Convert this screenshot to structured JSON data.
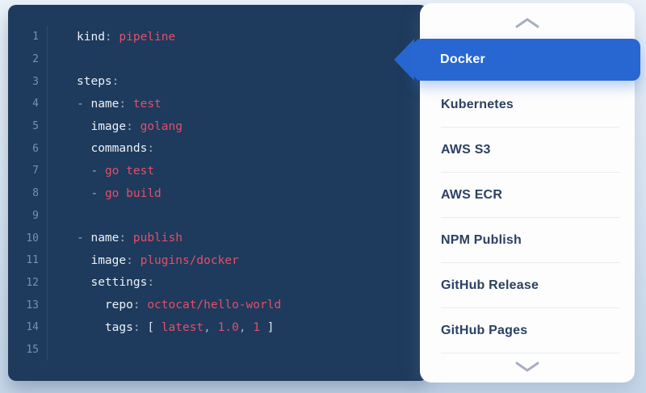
{
  "colors": {
    "editor_bg": "#1e3a5c",
    "key_text": "#edf2f8",
    "value_text": "#e2506a",
    "line_number": "#7e90a8",
    "accent_blue": "#2867d2",
    "card_bg": "#fdfdfe",
    "item_text": "#2b4160",
    "divider": "#e9ebf0",
    "chevron": "#a6b0bf"
  },
  "editor": {
    "lines": [
      {
        "num": "1",
        "tokens": [
          [
            "key",
            "kind"
          ],
          [
            "punc",
            ":"
          ],
          [
            "plain",
            " "
          ],
          [
            "val",
            "pipeline"
          ]
        ]
      },
      {
        "num": "2",
        "tokens": []
      },
      {
        "num": "3",
        "tokens": [
          [
            "key",
            "steps"
          ],
          [
            "punc",
            ":"
          ]
        ]
      },
      {
        "num": "4",
        "tokens": [
          [
            "punc",
            "- "
          ],
          [
            "key",
            "name"
          ],
          [
            "punc",
            ":"
          ],
          [
            "plain",
            " "
          ],
          [
            "val",
            "test"
          ]
        ]
      },
      {
        "num": "5",
        "tokens": [
          [
            "plain",
            "  "
          ],
          [
            "key",
            "image"
          ],
          [
            "punc",
            ":"
          ],
          [
            "plain",
            " "
          ],
          [
            "val",
            "golang"
          ]
        ]
      },
      {
        "num": "6",
        "tokens": [
          [
            "plain",
            "  "
          ],
          [
            "key",
            "commands"
          ],
          [
            "punc",
            ":"
          ]
        ]
      },
      {
        "num": "7",
        "tokens": [
          [
            "plain",
            "  "
          ],
          [
            "punc",
            "- "
          ],
          [
            "val",
            "go test"
          ]
        ]
      },
      {
        "num": "8",
        "tokens": [
          [
            "plain",
            "  "
          ],
          [
            "punc",
            "- "
          ],
          [
            "val",
            "go build"
          ]
        ]
      },
      {
        "num": "9",
        "tokens": []
      },
      {
        "num": "10",
        "tokens": [
          [
            "punc",
            "- "
          ],
          [
            "key",
            "name"
          ],
          [
            "punc",
            ":"
          ],
          [
            "plain",
            " "
          ],
          [
            "val",
            "publish"
          ]
        ]
      },
      {
        "num": "11",
        "tokens": [
          [
            "plain",
            "  "
          ],
          [
            "key",
            "image"
          ],
          [
            "punc",
            ":"
          ],
          [
            "plain",
            " "
          ],
          [
            "val",
            "plugins/docker"
          ]
        ]
      },
      {
        "num": "12",
        "tokens": [
          [
            "plain",
            "  "
          ],
          [
            "key",
            "settings"
          ],
          [
            "punc",
            ":"
          ]
        ]
      },
      {
        "num": "13",
        "tokens": [
          [
            "plain",
            "    "
          ],
          [
            "key",
            "repo"
          ],
          [
            "punc",
            ":"
          ],
          [
            "plain",
            " "
          ],
          [
            "val",
            "octocat/hello-world"
          ]
        ]
      },
      {
        "num": "14",
        "tokens": [
          [
            "plain",
            "    "
          ],
          [
            "key",
            "tags"
          ],
          [
            "punc",
            ":"
          ],
          [
            "plain",
            " "
          ],
          [
            "bracket",
            "[ "
          ],
          [
            "val",
            "latest"
          ],
          [
            "punc",
            ", "
          ],
          [
            "val",
            "1.0"
          ],
          [
            "punc",
            ", "
          ],
          [
            "val",
            "1"
          ],
          [
            "bracket",
            " ]"
          ]
        ]
      },
      {
        "num": "15",
        "tokens": []
      }
    ]
  },
  "sidebar": {
    "scroll_up_icon": "chevron-up",
    "scroll_down_icon": "chevron-down",
    "selected_label": "Docker",
    "items": [
      {
        "label": "Kubernetes"
      },
      {
        "label": "AWS S3"
      },
      {
        "label": "AWS ECR"
      },
      {
        "label": "NPM Publish"
      },
      {
        "label": "GitHub Release"
      },
      {
        "label": "GitHub Pages"
      }
    ]
  }
}
